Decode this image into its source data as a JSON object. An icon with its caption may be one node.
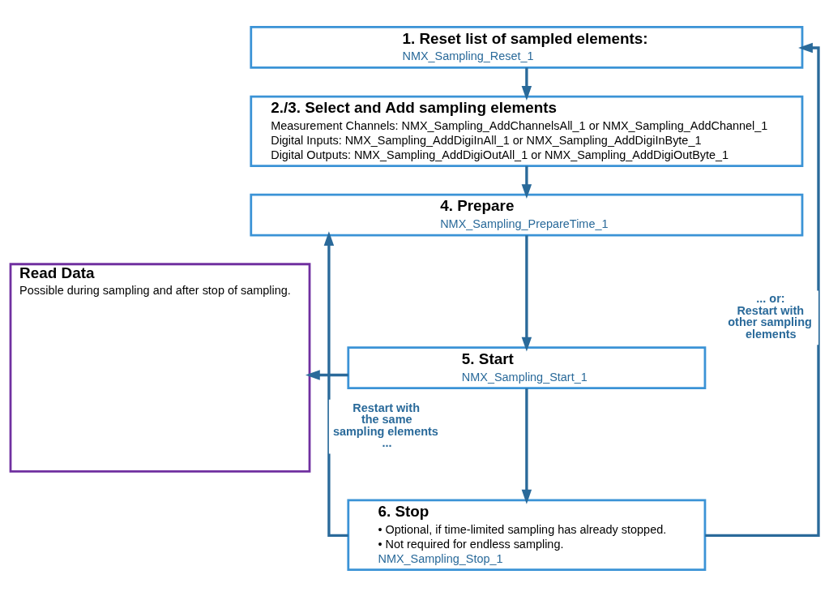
{
  "diagram": {
    "nodes": [
      {
        "text": [
          "1. Reset list of sampled elements:",
          "NMX_Sampling_Reset_1"
        ]
      },
      {
        "text": [
          "2./3. Select and Add sampling elements",
          "Measurement Channels: NMX_Sampling_AddChannelsAll_1 or NMX_Sampling_AddChannel_1",
          "Digital Inputs: NMX_Sampling_AddDigiInAll_1 or NMX_Sampling_AddDigiInByte_1",
          "Digital Outputs: NMX_Sampling_AddDigiOutAll_1 or NMX_Sampling_AddDigiOutByte_1"
        ]
      },
      {
        "text": [
          "4. Prepare",
          "NMX_Sampling_PrepareTime_1"
        ]
      },
      {
        "text": [
          "Read Data",
          "Possible during sampling and after stop of sampling."
        ]
      },
      {
        "text": [
          "5. Start",
          "NMX_Sampling_Start_1"
        ]
      },
      {
        "text": [
          "6. Stop",
          "• Optional, if time-limited sampling has already stopped.",
          "• Not required for endless sampling.",
          "NMX_Sampling_Stop_1"
        ]
      }
    ],
    "edges": [
      {
        "from": 0,
        "to": 1,
        "arrow": "to"
      },
      {
        "from": 1,
        "to": 2,
        "arrow": "to"
      },
      {
        "from": 2,
        "to": 4,
        "arrow": "to"
      },
      {
        "from": 4,
        "to": 3,
        "arrow": "to"
      },
      {
        "from": 4,
        "to": 5,
        "arrow": "to"
      },
      {
        "from": 5,
        "to": 2,
        "arrow": "to",
        "label": "Restart with the same sampling elements ..."
      },
      {
        "from": 5,
        "to": 0,
        "arrow": "to",
        "label": "... or: Restart with other sampling elements"
      }
    ]
  }
}
